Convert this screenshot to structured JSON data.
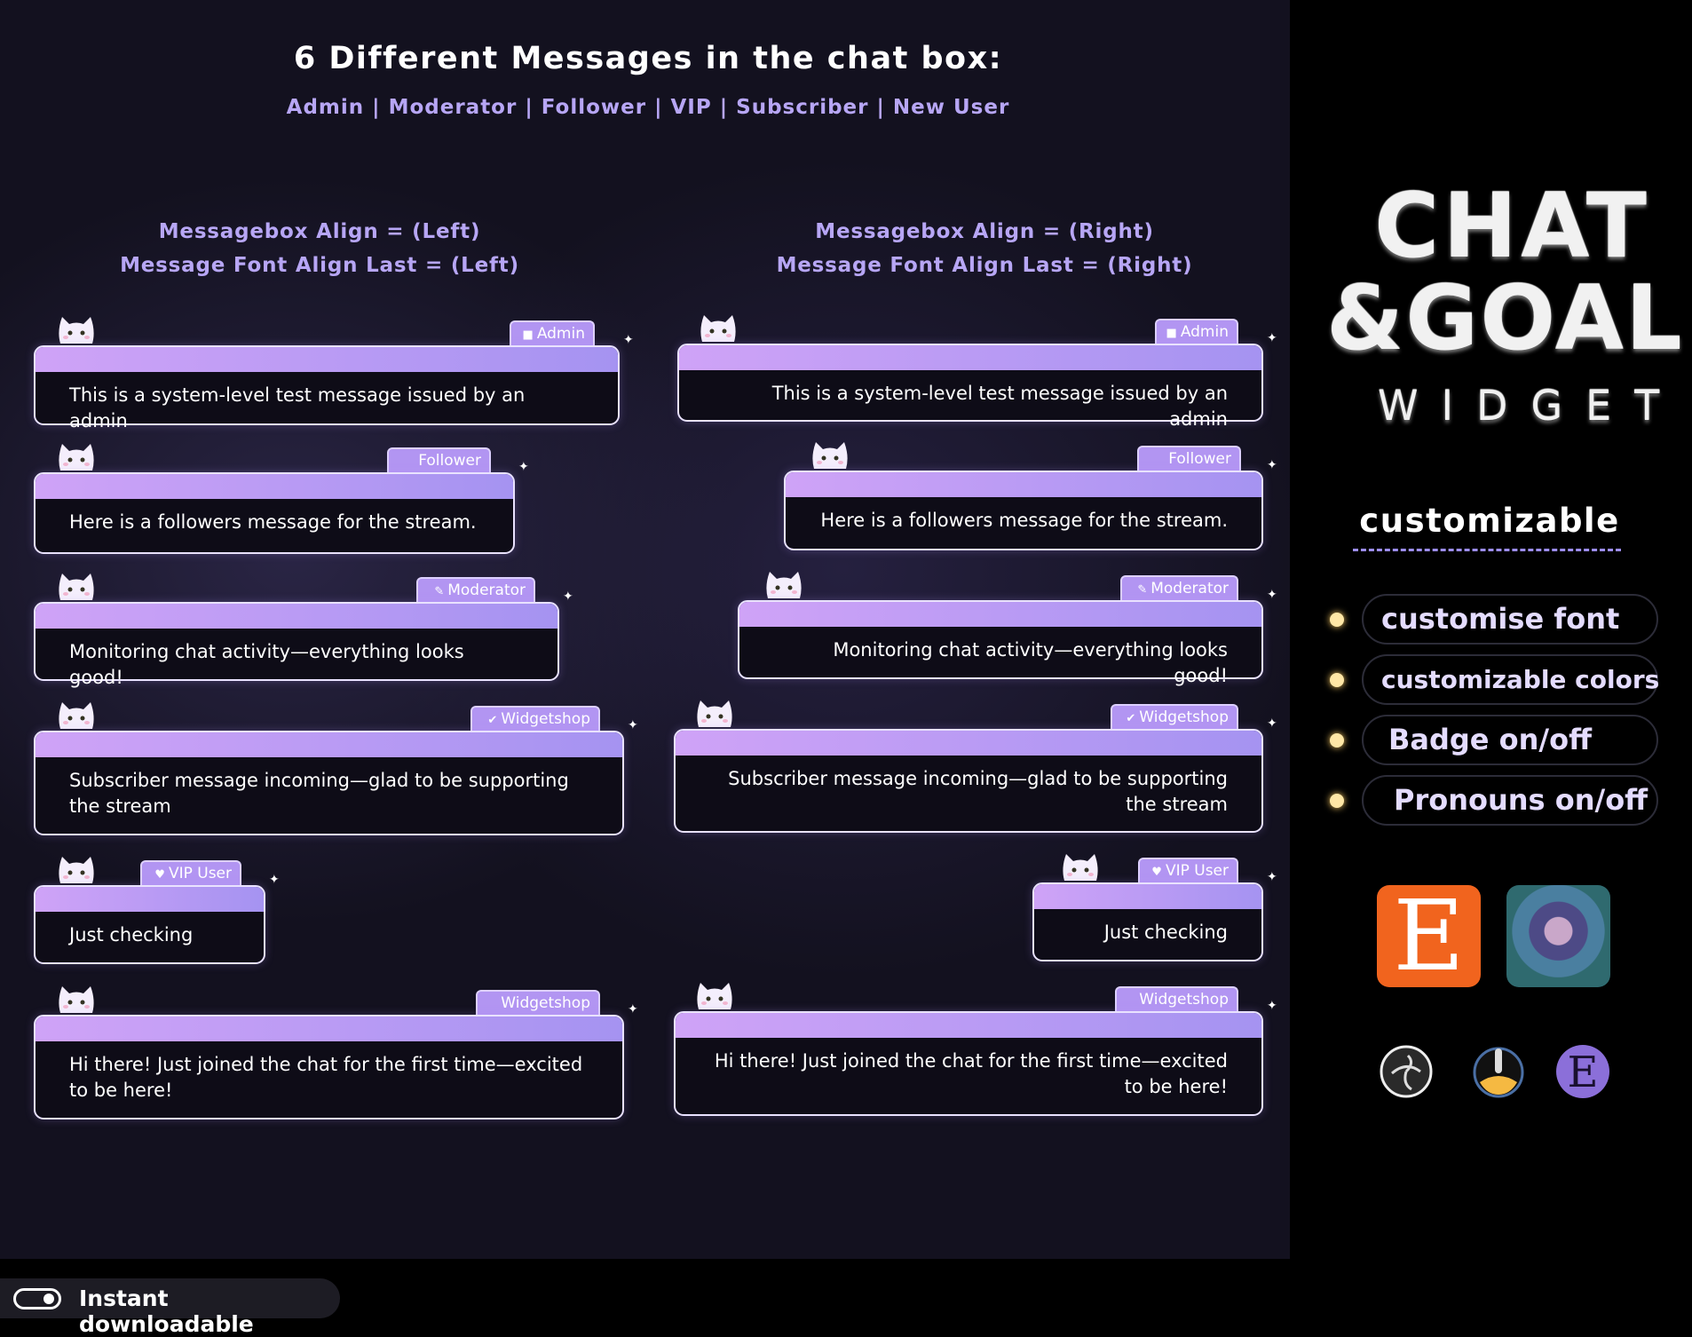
{
  "header": {
    "title": "6 Different Messages in the chat box:",
    "subtitle": "Admin | Moderator | Follower | VIP | Subscriber | New User"
  },
  "columns": [
    {
      "line1": "Messagebox Align = (Left)",
      "line2": "Message Font Align Last = (Left)"
    },
    {
      "line1": "Messagebox Align = (Right)",
      "line2": "Message Font Align Last = (Right)"
    }
  ],
  "messages": [
    {
      "badge": "Admin",
      "badge_icon": "camera-icon",
      "text": "This is a system-level test message issued by an admin"
    },
    {
      "badge": "Follower",
      "badge_icon": "",
      "text": "Here is a followers message for the stream."
    },
    {
      "badge": "Moderator",
      "badge_icon": "sword-icon",
      "text": "Monitoring chat activity—everything looks good!"
    },
    {
      "badge": "Widgetshop",
      "badge_icon": "check-circle-icon",
      "text": "Subscriber message incoming—glad to be supporting the stream"
    },
    {
      "badge": "VIP User",
      "badge_icon": "heart-icon",
      "text": "Just checking"
    },
    {
      "badge": "Widgetshop",
      "badge_icon": "",
      "text": "Hi there! Just joined the chat for the first time—excited to be here!"
    }
  ],
  "brand": {
    "line1": "CHAT",
    "line2": "&GOAL",
    "line3": "WIDGET",
    "subtitle": "customizable"
  },
  "features": [
    "customise font",
    "customizable  colors",
    "Badge on/off",
    "Pronouns on/off"
  ],
  "footer": {
    "label": "Instant downloadable"
  },
  "colors": {
    "accent": "#b295f2",
    "text_accent": "#b7a6f5",
    "etsy": "#f1641e"
  }
}
